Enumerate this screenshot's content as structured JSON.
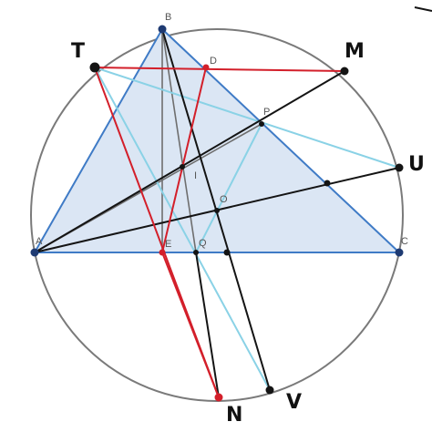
{
  "colors": {
    "circle": "#7a7a7a",
    "triangle_fill": "#dbe6f4",
    "triangle_stroke": "#3f7bc6",
    "black_line": "#141414",
    "gray_line": "#6e6e6e",
    "red_line": "#d31f2a",
    "cyan_line": "#8ad2e6",
    "point_fill": "#1e3a72"
  },
  "labels": {
    "B": "B",
    "D": "D",
    "P": "P",
    "I": "I",
    "O": "O",
    "A": "A",
    "E": "E",
    "Q": "Q",
    "C": "C",
    "T": "T",
    "M": "M",
    "U": "U",
    "N": "N",
    "V": "V"
  }
}
